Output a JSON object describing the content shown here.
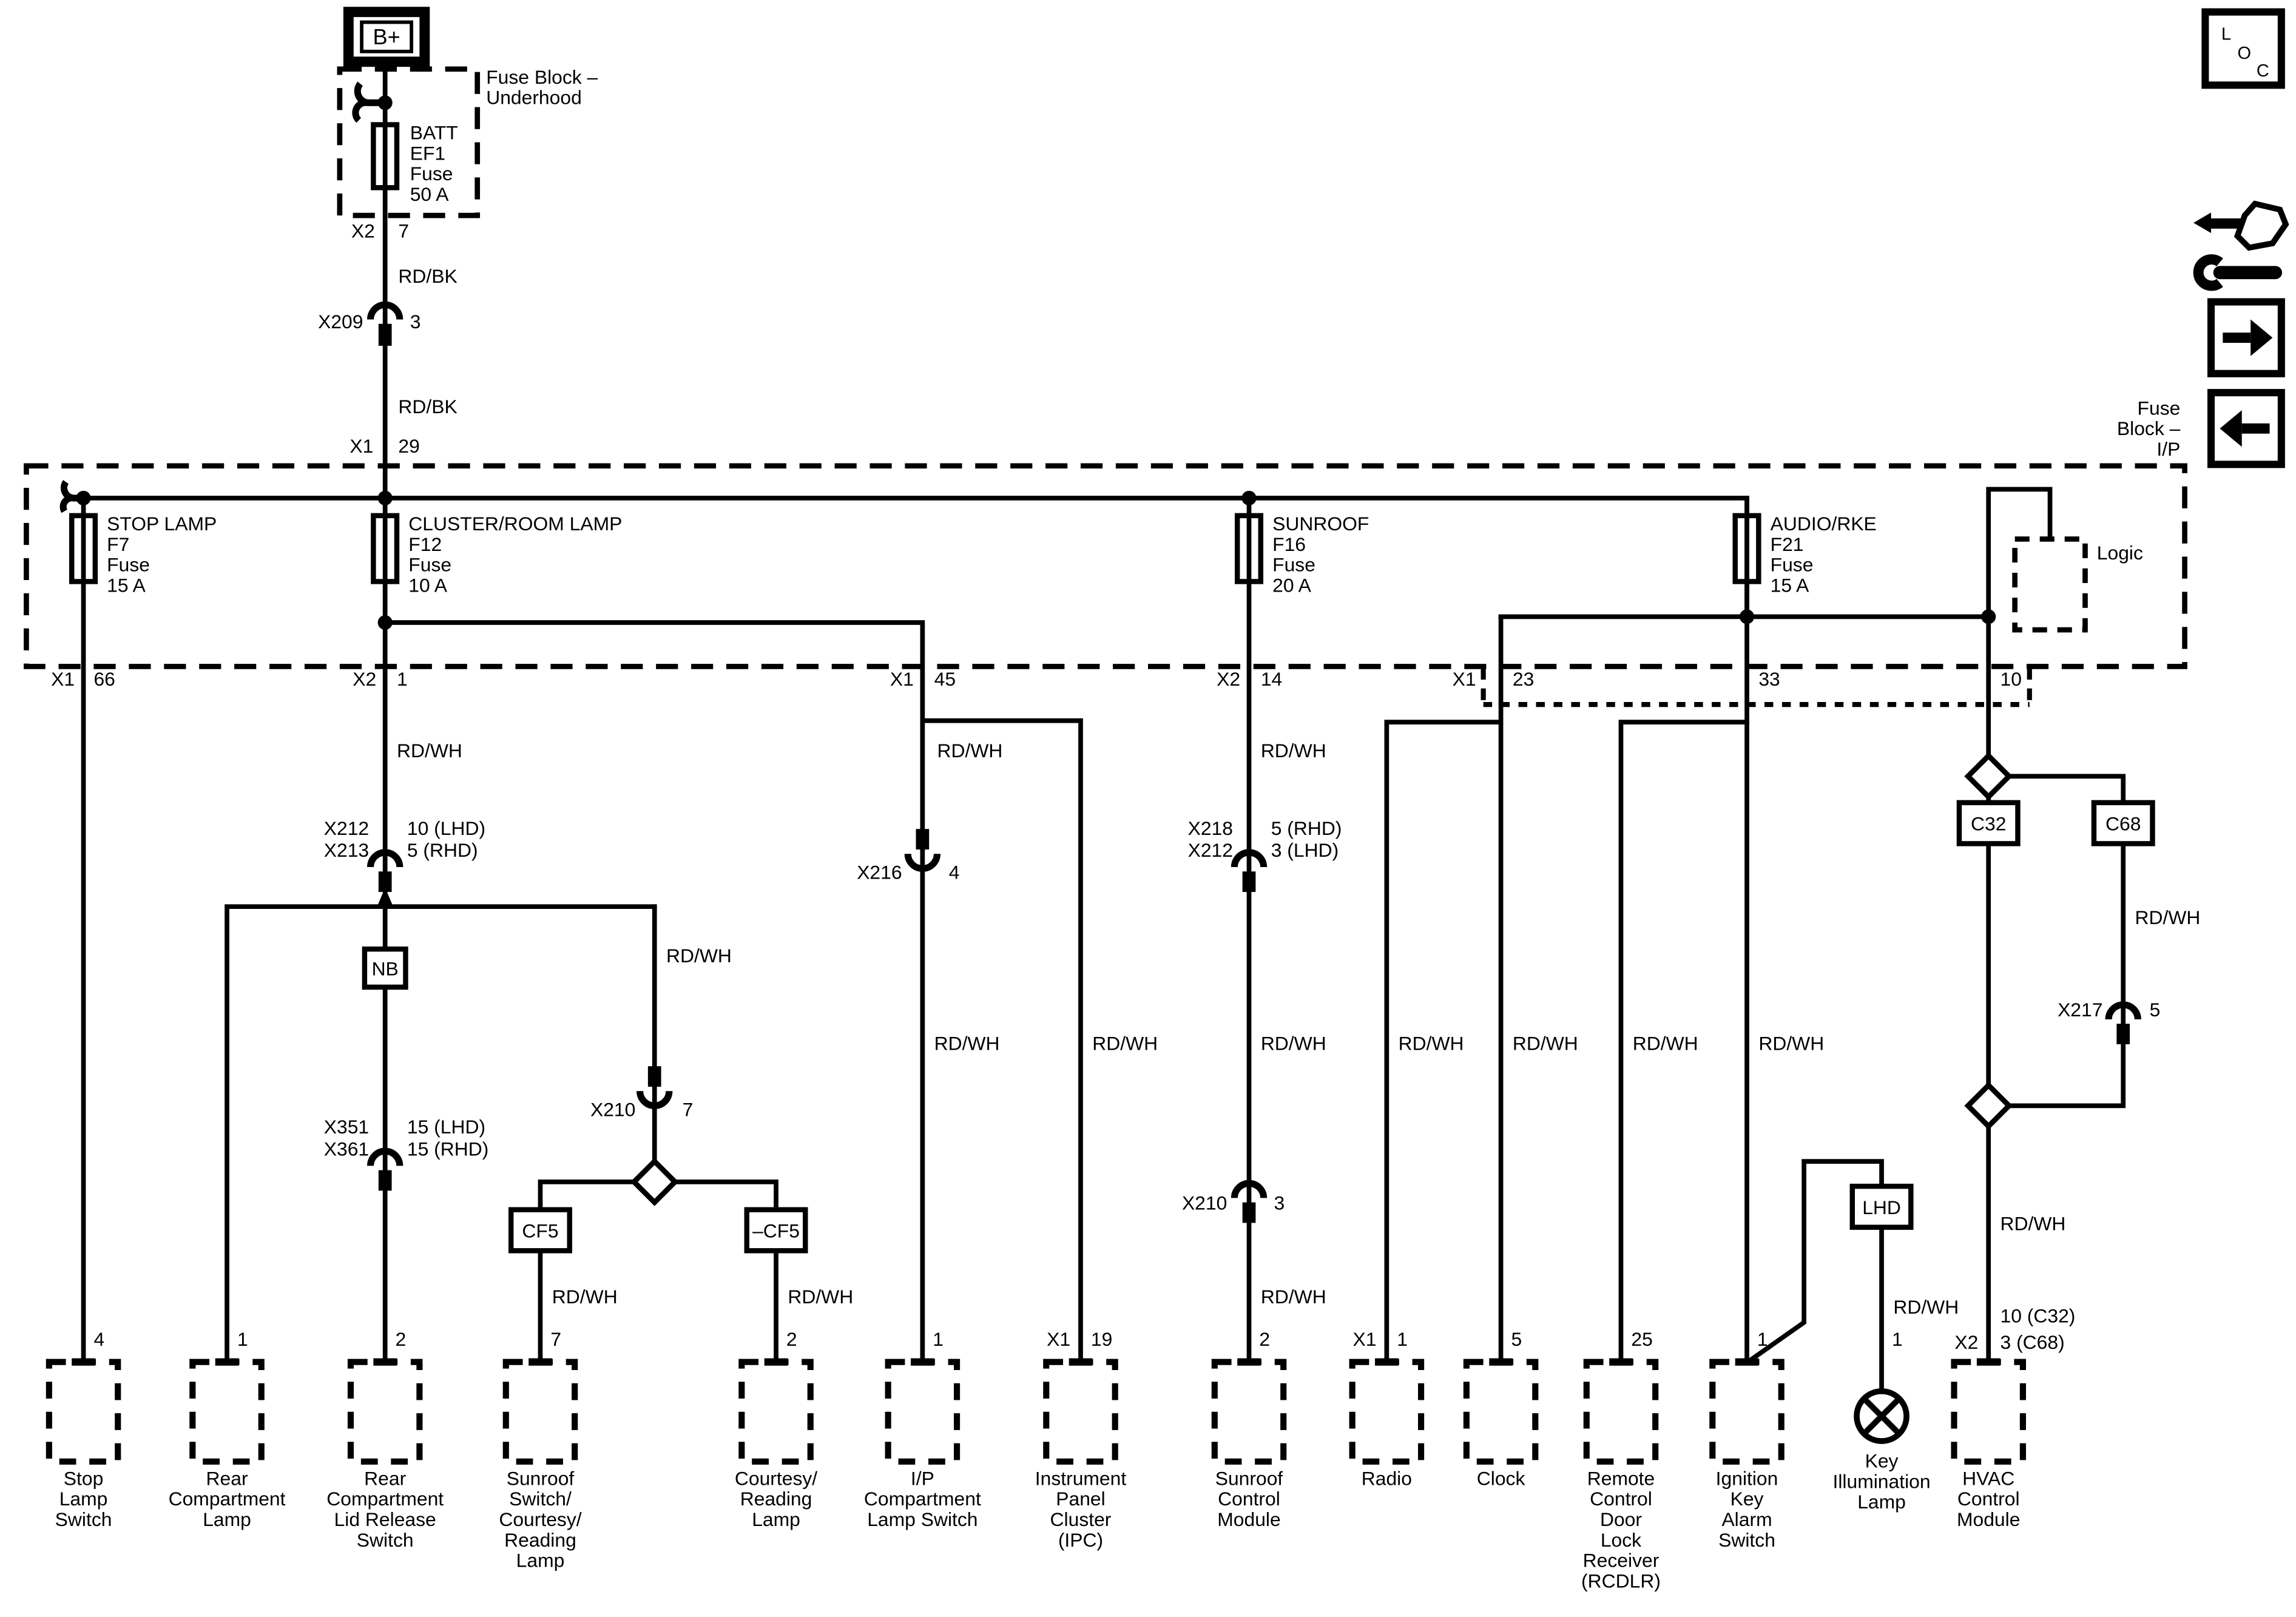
{
  "wire_colors": {
    "rdwh": "RD/WH",
    "rdbk": "RD/BK"
  },
  "battery": {
    "label": "B+"
  },
  "underhood_block": {
    "title": [
      "Fuse Block –",
      "Underhood"
    ],
    "fuse": {
      "name": "BATT",
      "id": "EF1",
      "kind": "Fuse",
      "rating": "50 A"
    },
    "exit_conn": "X2",
    "exit_pin": "7"
  },
  "x209": {
    "name": "X209",
    "pin": "3"
  },
  "ip_entry": {
    "conn": "X1",
    "pin": "29"
  },
  "ip_block": {
    "title": [
      "Fuse",
      "Block –",
      "I/P"
    ],
    "logic": "Logic",
    "f7": {
      "name": "STOP LAMP",
      "id": "F7",
      "kind": "Fuse",
      "rating": "15 A",
      "exit_conn": "X1",
      "exit_pin": "66"
    },
    "f12": {
      "name": "CLUSTER/ROOM LAMP",
      "id": "F12",
      "kind": "Fuse",
      "rating": "10 A",
      "exit_conn": "X2",
      "exit_pin": "1"
    },
    "f16": {
      "name": "SUNROOF",
      "id": "F16",
      "kind": "Fuse",
      "rating": "20 A",
      "exit_conn": "X2",
      "exit_pin": "14"
    },
    "f21": {
      "name": "AUDIO/RKE",
      "id": "F21",
      "kind": "Fuse",
      "rating": "15 A"
    },
    "pin45": {
      "conn": "X1",
      "pin": "45"
    },
    "x1_group": {
      "conn": "X1",
      "pin23": "23",
      "pin33": "33",
      "pin10": "10"
    }
  },
  "connectors": {
    "x212": {
      "row1": "X212",
      "row2": "X213",
      "pin1": "10 (LHD)",
      "pin2": "5 (RHD)"
    },
    "x351": {
      "row1": "X351",
      "row2": "X361",
      "pin1": "15 (LHD)",
      "pin2": "15 (RHD)"
    },
    "x210a": {
      "name": "X210",
      "pin": "7"
    },
    "x216": {
      "name": "X216",
      "pin": "4"
    },
    "x218": {
      "row1": "X218",
      "row2": "X212",
      "pin1": "5 (RHD)",
      "pin2": "3 (LHD)"
    },
    "x210b": {
      "name": "X210",
      "pin": "3"
    },
    "x217": {
      "name": "X217",
      "pin": "5"
    }
  },
  "splices": {
    "nb": "NB",
    "cf5": "CF5",
    "minus_cf5": "–CF5",
    "lhd": "LHD",
    "c32": "C32",
    "c68": "C68"
  },
  "components": [
    {
      "pin": "4",
      "name": [
        "Stop",
        "Lamp",
        "Switch"
      ]
    },
    {
      "pin": "1",
      "name": [
        "Rear",
        "Compartment",
        "Lamp"
      ]
    },
    {
      "pin": "2",
      "name": [
        "Rear",
        "Compartment",
        "Lid Release",
        "Switch"
      ]
    },
    {
      "pin": "7",
      "name": [
        "Sunroof",
        "Switch/",
        "Courtesy/",
        "Reading",
        "Lamp"
      ]
    },
    {
      "pin": "2",
      "name": [
        "Courtesy/",
        "Reading",
        "Lamp"
      ]
    },
    {
      "pin": "1",
      "name": [
        "I/P",
        "Compartment",
        "Lamp Switch"
      ]
    },
    {
      "conn": "X1",
      "pin": "19",
      "name": [
        "Instrument",
        "Panel",
        "Cluster",
        "(IPC)"
      ]
    },
    {
      "pin": "2",
      "name": [
        "Sunroof",
        "Control",
        "Module"
      ]
    },
    {
      "conn": "X1",
      "pin": "1",
      "name": [
        "Radio"
      ]
    },
    {
      "pin": "5",
      "name": [
        "Clock"
      ]
    },
    {
      "pin": "25",
      "name": [
        "Remote",
        "Control",
        "Door",
        "Lock",
        "Receiver",
        "(RCDLR)"
      ]
    },
    {
      "pin": "1",
      "name": [
        "Ignition",
        "Key",
        "Alarm",
        "Switch"
      ]
    },
    {
      "pin": "1",
      "name": [
        "Key",
        "Illumination",
        "Lamp"
      ]
    },
    {
      "pin_c32": "10 (C32)",
      "conn": "X2",
      "pin": "3 (C68)",
      "name": [
        "HVAC",
        "Control",
        "Module"
      ]
    }
  ],
  "toolbar": {
    "loc": [
      "L",
      "O",
      "C"
    ]
  }
}
